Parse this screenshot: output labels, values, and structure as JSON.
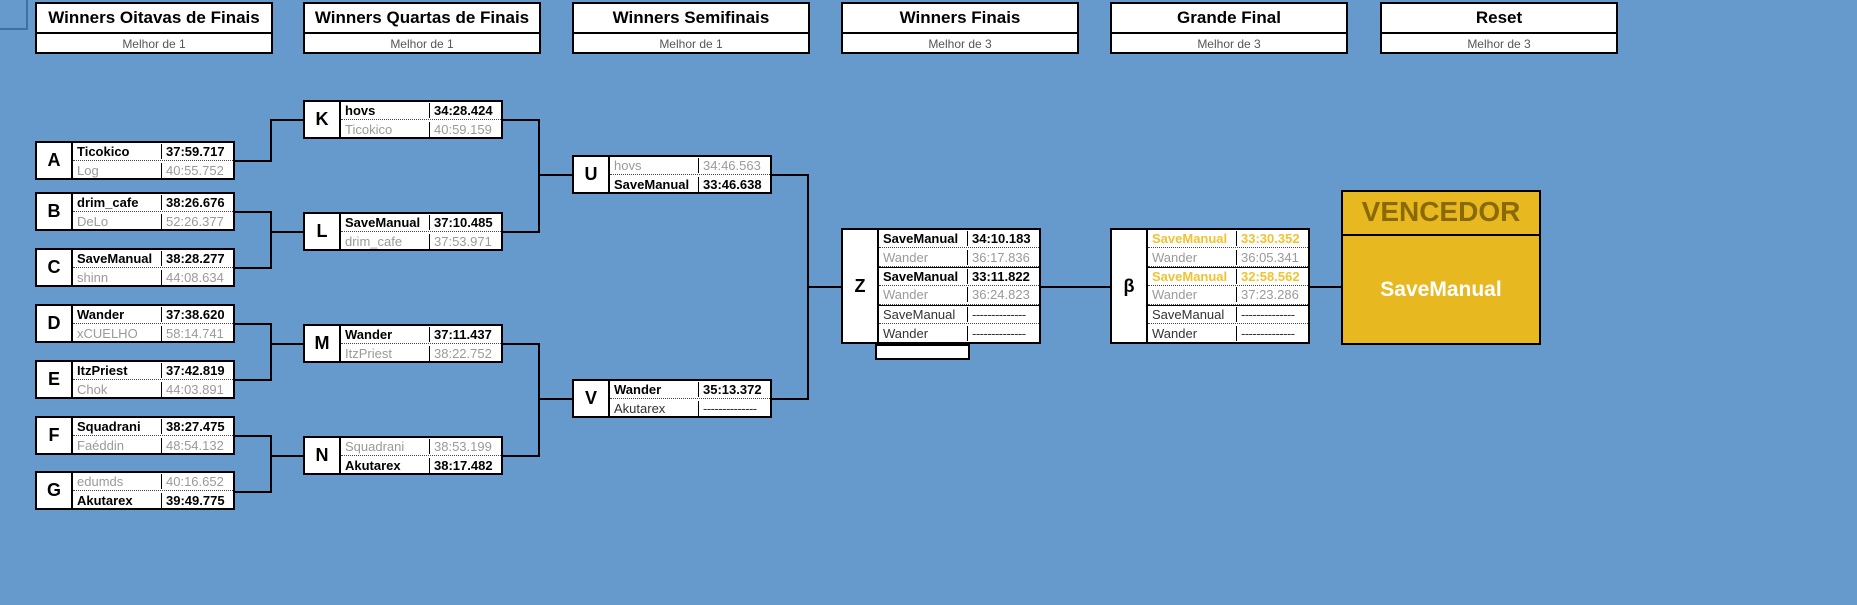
{
  "page": {
    "background_color": "#6699cc",
    "winner_color": "#e8b820",
    "gold_text_color": "#f2c230"
  },
  "headers": [
    {
      "title": "Winners Oitavas de Finais",
      "subtitle": "Melhor de 1"
    },
    {
      "title": "Winners Quartas de Finais",
      "subtitle": "Melhor de 1"
    },
    {
      "title": "Winners Semifinais",
      "subtitle": "Melhor de 1"
    },
    {
      "title": "Winners Finais",
      "subtitle": "Melhor de 3"
    },
    {
      "title": "Grande Final",
      "subtitle": "Melhor de 3"
    },
    {
      "title": "Reset",
      "subtitle": "Melhor de 3"
    }
  ],
  "round1": [
    {
      "code": "A",
      "rows": [
        {
          "name": "Ticokico",
          "time": "37:59.717",
          "state": "win"
        },
        {
          "name": "Log",
          "time": "40:55.752",
          "state": "lose"
        }
      ]
    },
    {
      "code": "B",
      "rows": [
        {
          "name": "drim_cafe",
          "time": "38:26.676",
          "state": "win"
        },
        {
          "name": "DeLo",
          "time": "52:26.377",
          "state": "lose"
        }
      ]
    },
    {
      "code": "C",
      "rows": [
        {
          "name": "SaveManual",
          "time": "38:28.277",
          "state": "win"
        },
        {
          "name": "shinn",
          "time": "44:08.634",
          "state": "lose"
        }
      ]
    },
    {
      "code": "D",
      "rows": [
        {
          "name": "Wander",
          "time": "37:38.620",
          "state": "win"
        },
        {
          "name": "xCUELHO",
          "time": "58:14.741",
          "state": "lose"
        }
      ]
    },
    {
      "code": "E",
      "rows": [
        {
          "name": "ItzPriest",
          "time": "37:42.819",
          "state": "win"
        },
        {
          "name": "Chok",
          "time": "44:03.891",
          "state": "lose"
        }
      ]
    },
    {
      "code": "F",
      "rows": [
        {
          "name": "Squadrani",
          "time": "38:27.475",
          "state": "win"
        },
        {
          "name": "Faéddin",
          "time": "48:54.132",
          "state": "lose"
        }
      ]
    },
    {
      "code": "G",
      "rows": [
        {
          "name": "edumds",
          "time": "40:16.652",
          "state": "lose"
        },
        {
          "name": "Akutarex",
          "time": "39:49.775",
          "state": "win"
        }
      ]
    }
  ],
  "round2": [
    {
      "code": "K",
      "rows": [
        {
          "name": "hovs",
          "time": "34:28.424",
          "state": "win"
        },
        {
          "name": "Ticokico",
          "time": "40:59.159",
          "state": "lose"
        }
      ]
    },
    {
      "code": "L",
      "rows": [
        {
          "name": "SaveManual",
          "time": "37:10.485",
          "state": "win"
        },
        {
          "name": "drim_cafe",
          "time": "37:53.971",
          "state": "lose"
        }
      ]
    },
    {
      "code": "M",
      "rows": [
        {
          "name": "Wander",
          "time": "37:11.437",
          "state": "win"
        },
        {
          "name": "ItzPriest",
          "time": "38:22.752",
          "state": "lose"
        }
      ]
    },
    {
      "code": "N",
      "rows": [
        {
          "name": "Squadrani",
          "time": "38:53.199",
          "state": "lose"
        },
        {
          "name": "Akutarex",
          "time": "38:17.482",
          "state": "win"
        }
      ]
    }
  ],
  "round3": [
    {
      "code": "U",
      "rows": [
        {
          "name": "hovs",
          "time": "34:46.563",
          "state": "lose"
        },
        {
          "name": "SaveManual",
          "time": "33:46.638",
          "state": "win"
        }
      ]
    },
    {
      "code": "V",
      "rows": [
        {
          "name": "Wander",
          "time": "35:13.372",
          "state": "win"
        },
        {
          "name": "Akutarex",
          "time": "--------------",
          "state": "empty"
        }
      ]
    }
  ],
  "round4": {
    "code": "Z",
    "rows": [
      {
        "name": "SaveManual",
        "time": "34:10.183",
        "state": "win"
      },
      {
        "name": "Wander",
        "time": "36:17.836",
        "state": "lose"
      },
      {
        "name": "SaveManual",
        "time": "33:11.822",
        "state": "win"
      },
      {
        "name": "Wander",
        "time": "36:24.823",
        "state": "lose"
      },
      {
        "name": "SaveManual",
        "time": "--------------",
        "state": "empty"
      },
      {
        "name": "Wander",
        "time": "--------------",
        "state": "empty"
      }
    ]
  },
  "grand_final": {
    "code": "β",
    "rows": [
      {
        "name": "SaveManual",
        "time": "33:30.352",
        "state": "gold"
      },
      {
        "name": "Wander",
        "time": "36:05.341",
        "state": "lose"
      },
      {
        "name": "SaveManual",
        "time": "32:58.562",
        "state": "gold"
      },
      {
        "name": "Wander",
        "time": "37:23.286",
        "state": "lose"
      },
      {
        "name": "SaveManual",
        "time": "--------------",
        "state": "empty"
      },
      {
        "name": "Wander",
        "time": "--------------",
        "state": "empty"
      }
    ]
  },
  "winner_panel": {
    "title": "VENCEDOR",
    "name": "SaveManual"
  }
}
